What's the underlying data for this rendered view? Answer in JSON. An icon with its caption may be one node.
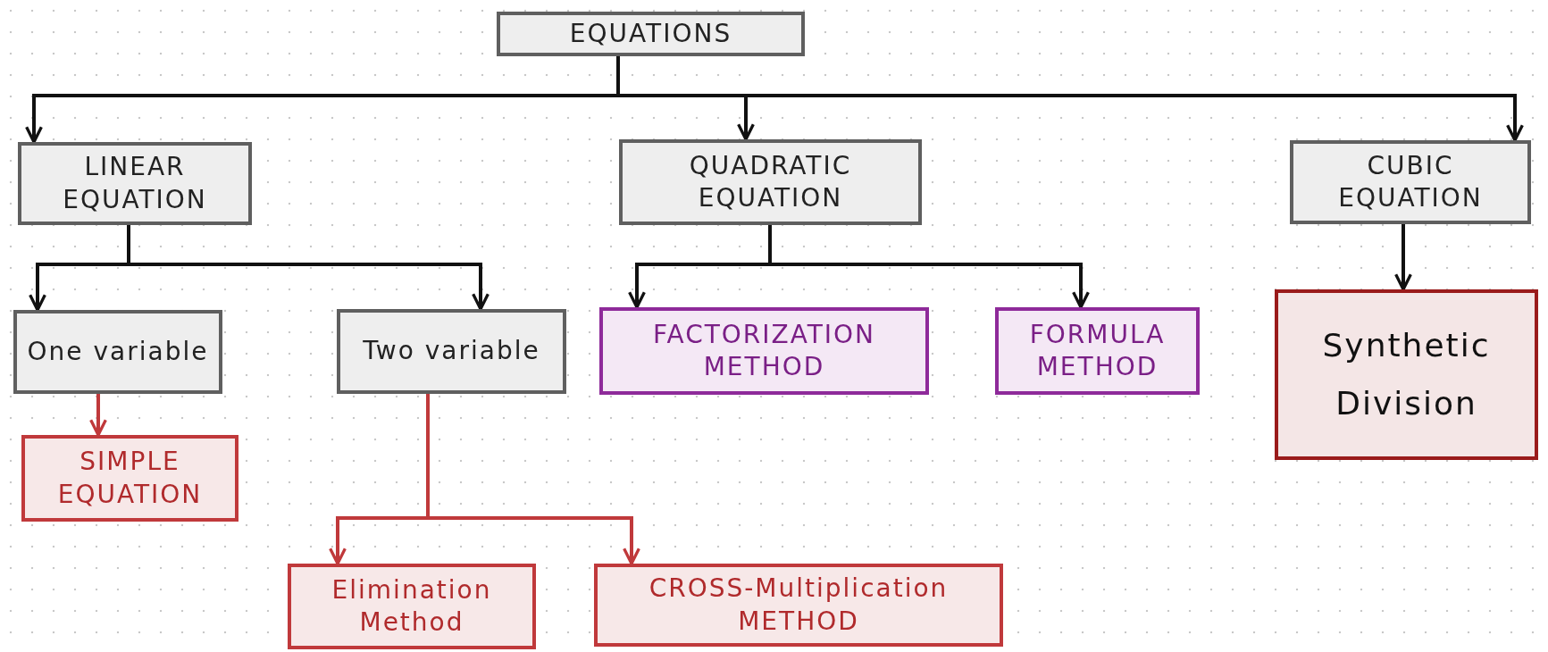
{
  "diagram": {
    "nodes": [
      {
        "text": [
          "EQUATIONS"
        ]
      },
      {
        "text": [
          "LINEAR EQUATION"
        ]
      },
      {
        "text": [
          "QUADRATIC EQUATION"
        ]
      },
      {
        "text": [
          "CUBIC EQUATION"
        ]
      },
      {
        "text": [
          "One variable"
        ]
      },
      {
        "text": [
          "Two variable"
        ]
      },
      {
        "text": [
          "FACTORIZATION METHOD"
        ]
      },
      {
        "text": [
          "FORMULA METHOD"
        ]
      },
      {
        "text": [
          "Synthetic Division"
        ]
      },
      {
        "text": [
          "SIMPLE EQUATION"
        ]
      },
      {
        "text": [
          "Elimination Method"
        ]
      },
      {
        "text": [
          "CROSS-Multiplication METHOD"
        ]
      }
    ],
    "edges": [
      {
        "from": 0,
        "to": 1,
        "arrow": "to"
      },
      {
        "from": 0,
        "to": 2,
        "arrow": "to"
      },
      {
        "from": 0,
        "to": 3,
        "arrow": "to"
      },
      {
        "from": 1,
        "to": 4,
        "arrow": "to"
      },
      {
        "from": 1,
        "to": 5,
        "arrow": "to"
      },
      {
        "from": 2,
        "to": 6,
        "arrow": "to"
      },
      {
        "from": 2,
        "to": 7,
        "arrow": "to"
      },
      {
        "from": 3,
        "to": 8,
        "arrow": "to"
      },
      {
        "from": 4,
        "to": 9,
        "arrow": "to",
        "color": "#c0393b"
      },
      {
        "from": 5,
        "to": 10,
        "arrow": "to",
        "color": "#c0393b"
      },
      {
        "from": 5,
        "to": 11,
        "arrow": "to",
        "color": "#c0393b"
      }
    ]
  }
}
